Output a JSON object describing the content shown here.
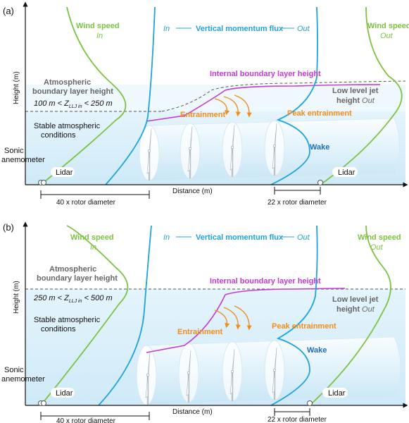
{
  "colors": {
    "wind": "#7dc242",
    "flux": "#1fa3dc",
    "ibl": "#c03cd3",
    "entrain": "#f28c1e",
    "wake": "#1e6fb5",
    "abl": "#666666",
    "sky": "#d6eefa"
  },
  "panels": [
    {
      "tag": "(a)",
      "wind_in_title": "Wind speed",
      "wind_in_sub": "In",
      "flux_in": "In",
      "flux_title": "Vertical momentum flux",
      "flux_out": "Out",
      "wind_out_title": "Wind speed",
      "wind_out_sub": "Out",
      "abl_line1": "Atmospheric",
      "abl_line2": "boundary layer height",
      "range_lo": "100 m < Z",
      "range_sub": "LLJ in",
      "range_hi": " < 250 m",
      "stable_line1": "Stable atmospheric",
      "stable_line2": "conditions",
      "ibl": "Internal boundary layer height",
      "lljet_line1": "Low level jet",
      "lljet_line2": "height",
      "lljet_out": "Out",
      "entrainment": "Entrainment",
      "peak": "Peak entrainment",
      "wake": "Wake",
      "sonic_line1": "Sonic",
      "sonic_line2": "anemometer",
      "lidar_in": "Lidar",
      "lidar_out": "Lidar",
      "yaxis": "Height (m)",
      "xaxis": "Distance (m)",
      "dist_left": "40 x rotor diameter",
      "dist_right": "22 x rotor diameter"
    },
    {
      "tag": "(b)",
      "wind_in_title": "Wind speed",
      "wind_in_sub": "In",
      "flux_in": "In",
      "flux_title": "Vertical momentum flux",
      "flux_out": "Out",
      "wind_out_title": "Wind speed",
      "wind_out_sub": "Out",
      "abl_line1": "Atmospheric",
      "abl_line2": "boundary layer height",
      "range_lo": "250 m < Z",
      "range_sub": "LLJ in",
      "range_hi": " < 500 m",
      "stable_line1": "Stable atmospheric",
      "stable_line2": "conditions",
      "ibl": "Internal boundary layer height",
      "lljet_line1": "Low level jet",
      "lljet_line2": "height",
      "lljet_out": "Out",
      "entrainment": "Entrainment",
      "peak": "Peak entrainment",
      "wake": "Wake",
      "sonic_line1": "Sonic",
      "sonic_line2": "anemometer",
      "lidar_in": "Lidar",
      "lidar_out": "Lidar",
      "yaxis": "Height (m)",
      "xaxis": "Distance (m)",
      "dist_left": "40 x rotor diameter",
      "dist_right": "22 x rotor diameter"
    }
  ]
}
